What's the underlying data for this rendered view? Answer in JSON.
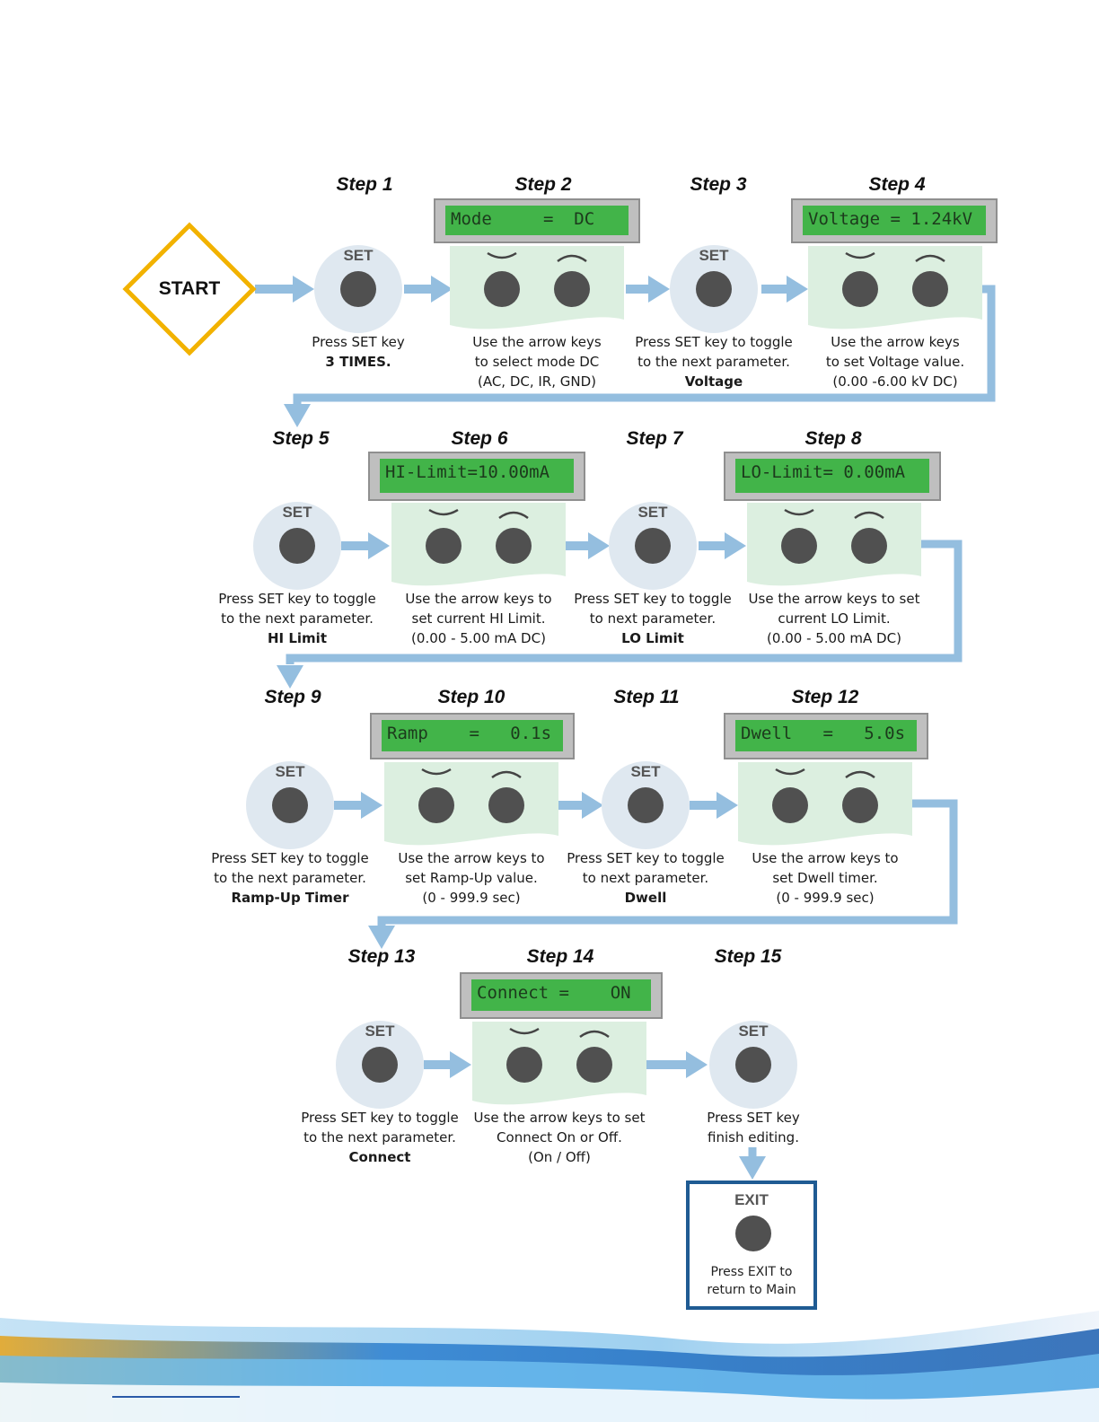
{
  "start_label": "START",
  "set_key_label": "SET",
  "steps": [
    {
      "title": "Step 1",
      "caption": [
        "Press SET key",
        "3 TIMES."
      ],
      "bold_last": 1
    },
    {
      "title": "Step 2",
      "lcd": "Mode     =  DC",
      "caption": [
        "Use the arrow keys",
        "to select mode DC",
        "(AC, DC, IR, GND)"
      ]
    },
    {
      "title": "Step 3",
      "caption": [
        "Press SET key to toggle",
        "to the next parameter.",
        "Voltage"
      ],
      "bold_last": 1
    },
    {
      "title": "Step 4",
      "lcd": "Voltage = 1.24kV",
      "caption": [
        "Use the arrow keys",
        "to set Voltage value.",
        "(0.00 -6.00 kV DC)"
      ]
    },
    {
      "title": "Step 5",
      "caption": [
        "Press SET key to toggle",
        "to the next parameter.",
        "HI Limit"
      ],
      "bold_last": 1
    },
    {
      "title": "Step 6",
      "lcd": "HI-Limit=10.00mA",
      "caption": [
        "Use the arrow keys to",
        "set current HI Limit.",
        "(0.00 - 5.00 mA DC)"
      ]
    },
    {
      "title": "Step 7",
      "caption": [
        "Press SET key to toggle",
        "to next parameter.",
        "LO Limit"
      ],
      "bold_last": 1
    },
    {
      "title": "Step 8",
      "lcd": "LO-Limit= 0.00mA",
      "caption": [
        "Use the arrow keys to set",
        "current LO Limit.",
        "(0.00 - 5.00 mA DC)"
      ]
    },
    {
      "title": "Step 9",
      "caption": [
        "Press SET key to toggle",
        "to the next parameter.",
        "Ramp-Up Timer"
      ],
      "bold_last": 1
    },
    {
      "title": "Step 10",
      "lcd": "Ramp    =   0.1s",
      "caption": [
        "Use the arrow keys to",
        "set Ramp-Up value.",
        "(0 - 999.9 sec)"
      ]
    },
    {
      "title": "Step 11",
      "caption": [
        "Press SET key to toggle",
        "to next parameter.",
        "Dwell"
      ],
      "bold_last": 1
    },
    {
      "title": "Step 12",
      "lcd": "Dwell   =   5.0s",
      "caption": [
        "Use the arrow keys to",
        "set Dwell timer.",
        "(0 - 999.9 sec)"
      ]
    },
    {
      "title": "Step 13",
      "caption": [
        "Press SET key to toggle",
        "to the next parameter.",
        "Connect"
      ],
      "bold_last": 1
    },
    {
      "title": "Step 14",
      "lcd": "Connect =    ON",
      "caption": [
        "Use the arrow keys to set",
        "Connect On or Off.",
        "(On / Off)"
      ]
    },
    {
      "title": "Step 15",
      "caption": [
        "Press SET key",
        "finish editing."
      ]
    }
  ],
  "exit": {
    "label": "EXIT",
    "caption": [
      "Press EXIT to",
      "return to Main"
    ]
  },
  "colors": {
    "arrow": "#94bedf",
    "set_circle": "#dfe8f0",
    "arrow_panel": "#dcefe0",
    "button": "#505050",
    "start_border": "#f2b200",
    "lcd_green": "#42b449",
    "exit_border": "#1f5b93"
  }
}
